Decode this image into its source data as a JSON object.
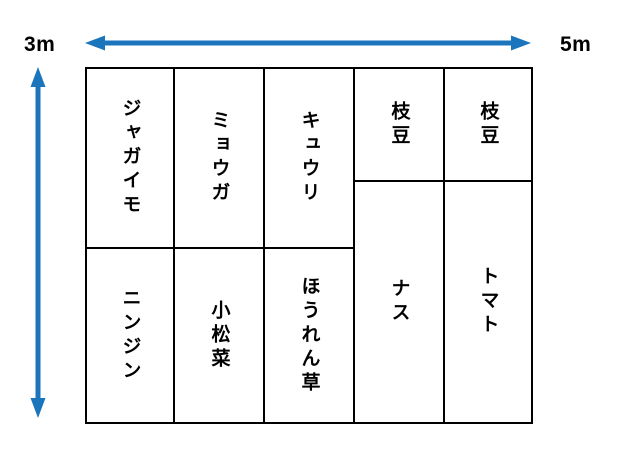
{
  "dimension_labels": {
    "height": "3m",
    "width": "5m"
  },
  "colors": {
    "arrow": "#1b75bc",
    "grid_border": "#000000",
    "background": "#ffffff"
  },
  "beds": {
    "jagaimo": "ジャガイモ",
    "myoga": "ミョウガ",
    "kyuri": "キュウリ",
    "edamame_1": "枝豆",
    "edamame_2": "枝豆",
    "ninjin": "ニンジン",
    "komatsuna": "小松菜",
    "horenso": "ほうれん草",
    "nasu": "ナス",
    "tomato": "トマト"
  }
}
